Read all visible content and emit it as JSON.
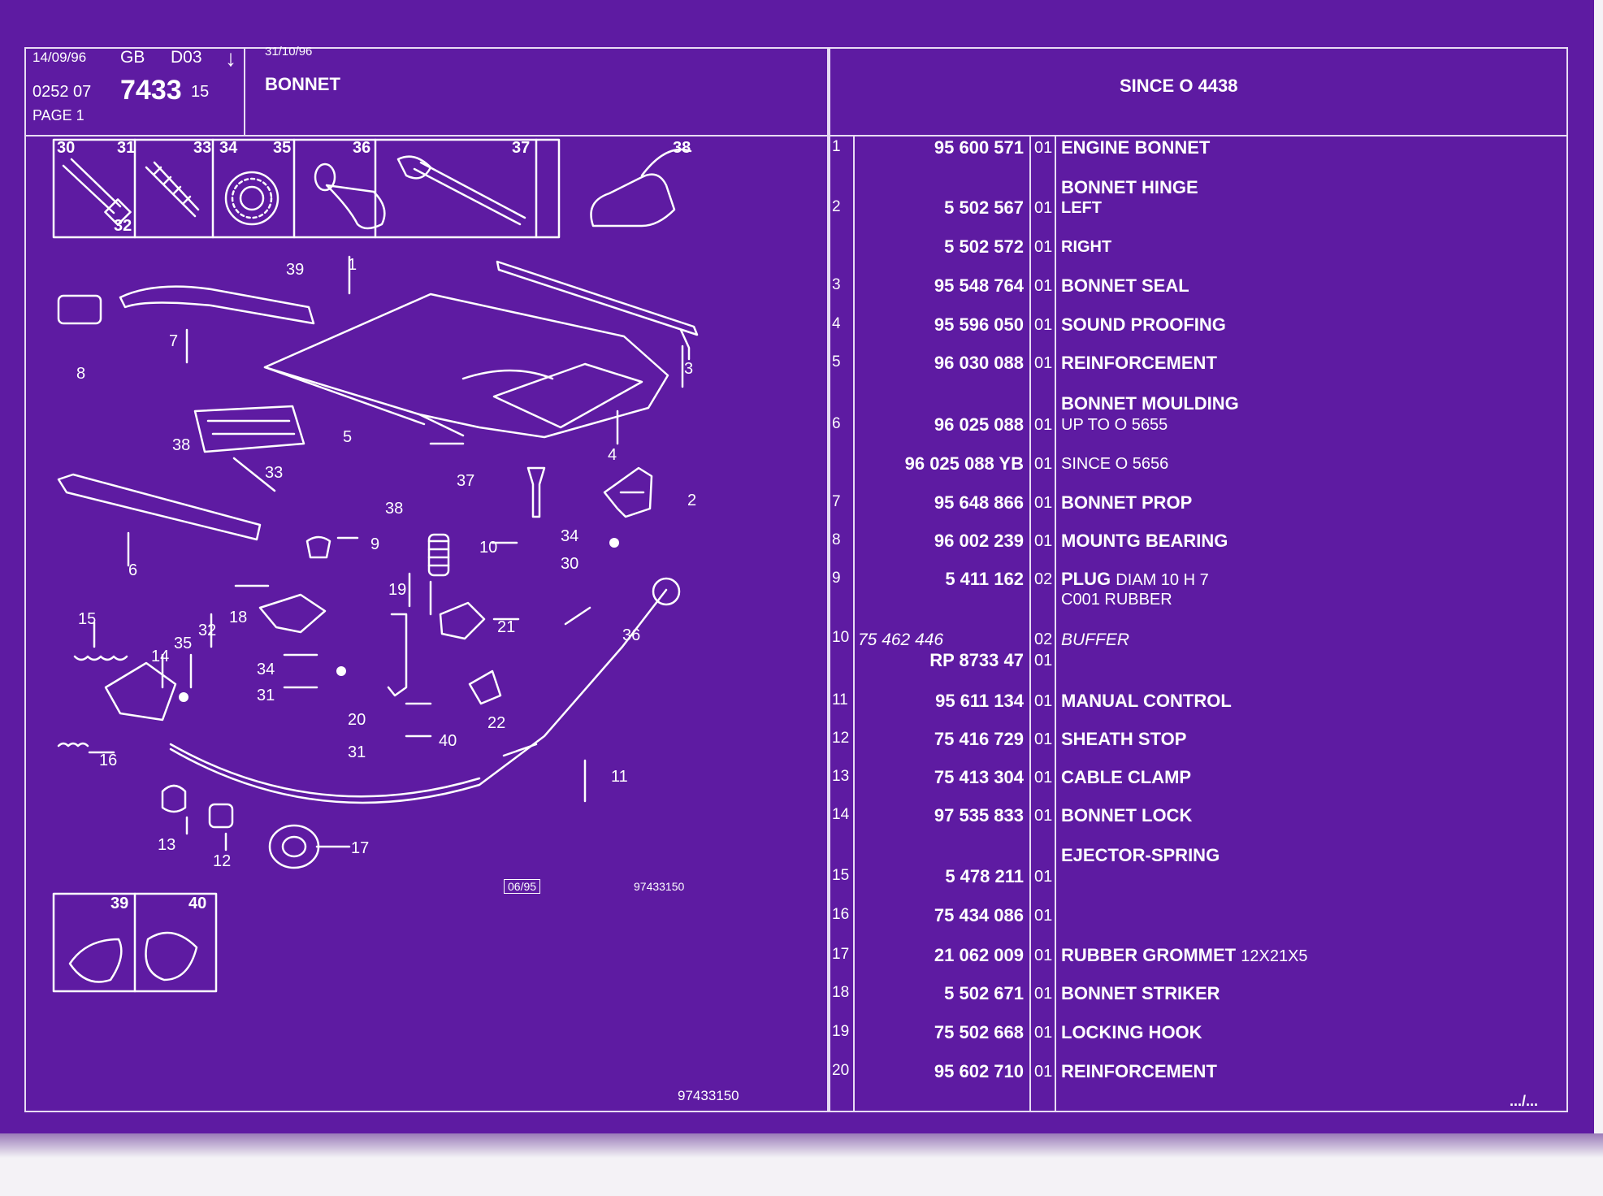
{
  "header": {
    "date_left": "14/09/96",
    "country": "GB",
    "doc_code": "D03",
    "arrow_glyph": "↓",
    "ref_prefix": "0252 07",
    "ref_main": "7433",
    "ref_suffix": "15",
    "page_label": "PAGE 1",
    "date_right": "31/10/96",
    "title": "BONNET",
    "since": "SINCE O  4438"
  },
  "diagram": {
    "top_inset_labels": [
      "30",
      "31",
      "32",
      "33",
      "34",
      "35",
      "36",
      "37",
      "38"
    ],
    "bottom_inset_labels": [
      "39",
      "40"
    ],
    "callouts": [
      "1",
      "2",
      "3",
      "4",
      "5",
      "6",
      "7",
      "8",
      "9",
      "10",
      "11",
      "12",
      "13",
      "14",
      "15",
      "16",
      "17",
      "18",
      "19",
      "20",
      "21",
      "22",
      "30",
      "31",
      "31",
      "32",
      "33",
      "34",
      "34",
      "35",
      "36",
      "37",
      "38",
      "38",
      "39",
      "40"
    ],
    "stamp_date": "06/95",
    "stamp_code": "97433150",
    "footer_code": "97433150"
  },
  "parts": [
    {
      "num": "1",
      "ref": "95 600 571",
      "qty": "01",
      "desc": "ENGINE BONNET"
    },
    {
      "num": "",
      "ref": "",
      "qty": "",
      "desc": "BONNET HINGE"
    },
    {
      "num": "2",
      "ref": "5 502 567",
      "qty": "01",
      "desc": "LEFT"
    },
    {
      "num": "",
      "ref": "5 502 572",
      "qty": "01",
      "desc": "RIGHT"
    },
    {
      "num": "3",
      "ref": "95 548 764",
      "qty": "01",
      "desc": "BONNET SEAL"
    },
    {
      "num": "4",
      "ref": "95 596 050",
      "qty": "01",
      "desc": "SOUND PROOFING"
    },
    {
      "num": "5",
      "ref": "96 030 088",
      "qty": "01",
      "desc": "REINFORCEMENT"
    },
    {
      "num": "",
      "ref": "",
      "qty": "",
      "desc": "BONNET MOULDING"
    },
    {
      "num": "6",
      "ref": "96 025 088",
      "qty": "01",
      "desc": "UP TO O  5655"
    },
    {
      "num": "",
      "ref": "96 025 088 YB",
      "qty": "01",
      "desc": "SINCE O  5656"
    },
    {
      "num": "7",
      "ref": "95 648 866",
      "qty": "01",
      "desc": "BONNET PROP"
    },
    {
      "num": "8",
      "ref": "96 002 239",
      "qty": "01",
      "desc": "MOUNTG BEARING"
    },
    {
      "num": "9",
      "ref": "5 411 162",
      "qty": "02",
      "desc": "PLUG",
      "desc_extra": "DIAM 10 H 7"
    },
    {
      "num": "",
      "ref": "",
      "qty": "",
      "desc": "C001 RUBBER"
    },
    {
      "num": "10",
      "ref": "75 462 446",
      "qty": "02",
      "desc": "BUFFER"
    },
    {
      "num": "",
      "ref": "RP  8733 47",
      "qty": "01",
      "desc": ""
    },
    {
      "num": "11",
      "ref": "95 611 134",
      "qty": "01",
      "desc": "MANUAL CONTROL"
    },
    {
      "num": "12",
      "ref": "75 416 729",
      "qty": "01",
      "desc": "SHEATH STOP"
    },
    {
      "num": "13",
      "ref": "75 413 304",
      "qty": "01",
      "desc": "CABLE CLAMP"
    },
    {
      "num": "14",
      "ref": "97 535 833",
      "qty": "01",
      "desc": "BONNET LOCK"
    },
    {
      "num": "",
      "ref": "",
      "qty": "",
      "desc": "EJECTOR-SPRING"
    },
    {
      "num": "15",
      "ref": "5 478 211",
      "qty": "01",
      "desc": ""
    },
    {
      "num": "16",
      "ref": "75 434 086",
      "qty": "01",
      "desc": ""
    },
    {
      "num": "17",
      "ref": "21 062 009",
      "qty": "01",
      "desc": "RUBBER GROMMET",
      "desc_extra": "12X21X5"
    },
    {
      "num": "18",
      "ref": "5 502 671",
      "qty": "01",
      "desc": "BONNET STRIKER"
    },
    {
      "num": "19",
      "ref": "75 502 668",
      "qty": "01",
      "desc": "LOCKING HOOK"
    },
    {
      "num": "20",
      "ref": "95 602 710",
      "qty": "01",
      "desc": "REINFORCEMENT"
    }
  ],
  "continued": ".../...",
  "colors": {
    "background": "#5e1ba2",
    "lines": "#e8dcf4",
    "text": "#ffffff"
  }
}
